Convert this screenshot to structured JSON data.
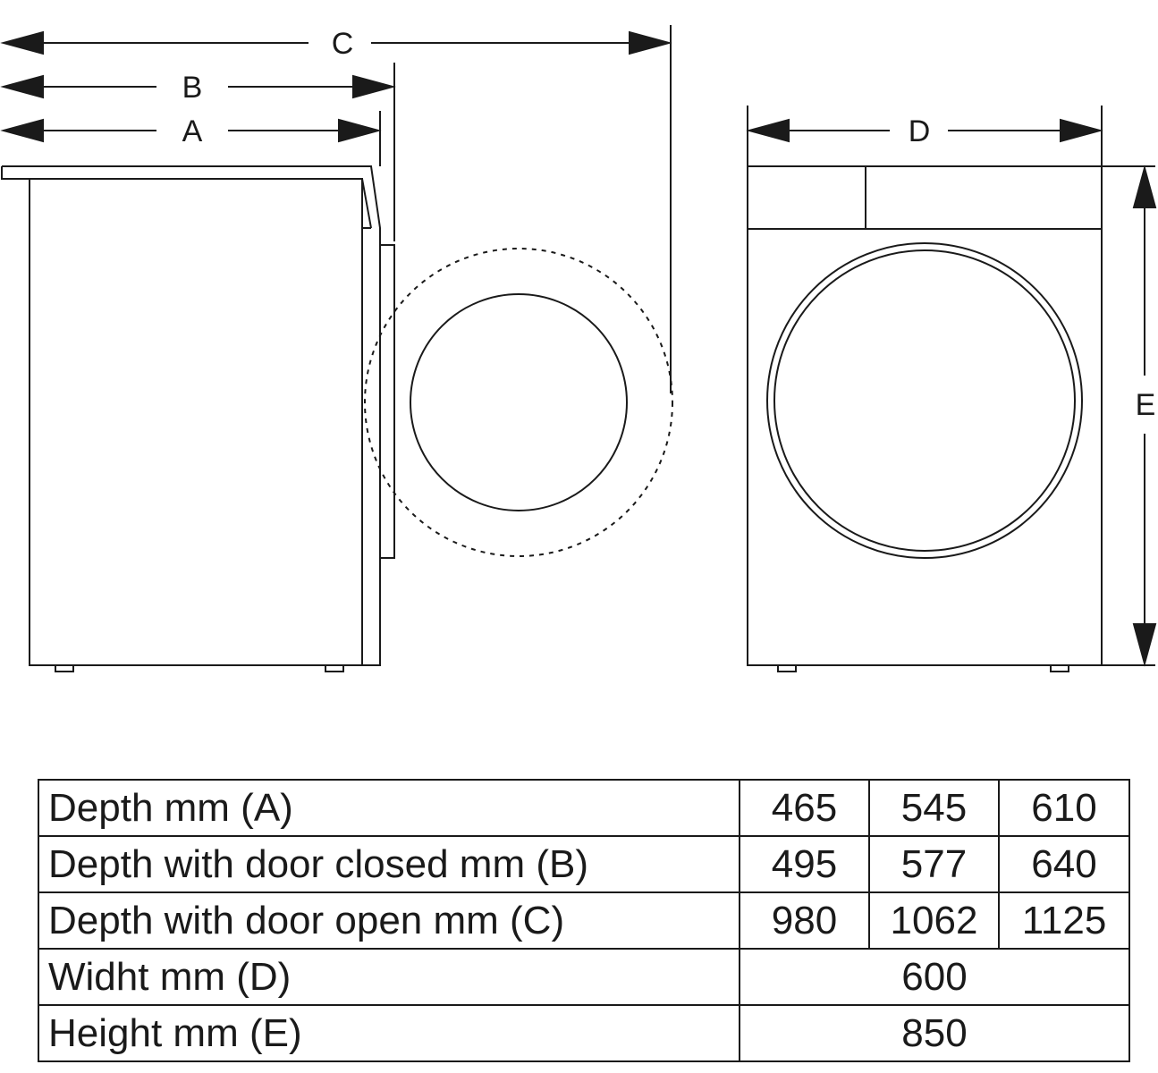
{
  "drawing": {
    "dimension_labels": {
      "a": "A",
      "b": "B",
      "c": "C",
      "d": "D",
      "e": "E"
    }
  },
  "table": {
    "rows": [
      {
        "label": "Depth mm (A)",
        "values": [
          "465",
          "545",
          "610"
        ]
      },
      {
        "label": "Depth with door closed mm (B)",
        "values": [
          "495",
          "577",
          "640"
        ]
      },
      {
        "label": "Depth with door open mm (C)",
        "values": [
          "980",
          "1062",
          "1125"
        ]
      },
      {
        "label": "Widht mm (D)",
        "value": "600"
      },
      {
        "label": "Height mm (E)",
        "value": "850"
      }
    ]
  },
  "colors": {
    "line": "#1a1a1a",
    "background": "#ffffff"
  }
}
